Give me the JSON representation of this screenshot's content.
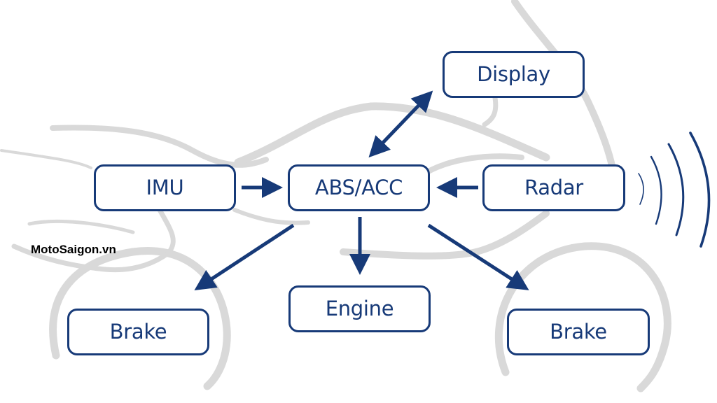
{
  "diagram": {
    "title": "ABS/ACC motorcycle system block diagram",
    "colors": {
      "node_stroke": "#173a78",
      "node_text": "#173a78",
      "arrow": "#173a78",
      "background_silhouette": "#d9d9d9",
      "background": "#ffffff",
      "watermark": "#000000"
    },
    "nodes": {
      "display": "Display",
      "imu": "IMU",
      "abs_acc": "ABS/ACC",
      "radar": "Radar",
      "engine": "Engine",
      "brake_front": "Brake",
      "brake_rear": "Brake"
    },
    "edges": [
      {
        "from": "ABS/ACC",
        "to": "Display",
        "direction": "bidirectional"
      },
      {
        "from": "IMU",
        "to": "ABS/ACC",
        "direction": "forward"
      },
      {
        "from": "Radar",
        "to": "ABS/ACC",
        "direction": "forward"
      },
      {
        "from": "ABS/ACC",
        "to": "Engine",
        "direction": "forward"
      },
      {
        "from": "ABS/ACC",
        "to": "Brake (rear, left)",
        "direction": "forward"
      },
      {
        "from": "ABS/ACC",
        "to": "Brake (front, right)",
        "direction": "forward"
      }
    ],
    "decorations": {
      "radar_waves": "radar-waves-icon",
      "background": "motorcycle-silhouette"
    }
  },
  "watermark": "MotoSaigon.vn"
}
